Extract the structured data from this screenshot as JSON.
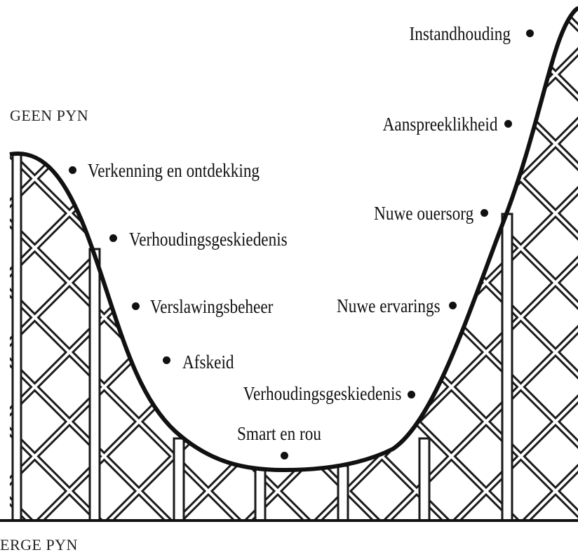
{
  "labels": {
    "top": "GEEN PYN",
    "bottom": "ERGE PYN"
  },
  "stages_left": [
    "Verkenning en ontdekking",
    "Verhoudingsgeskiedenis",
    "Verslawingsbeheer",
    "Afskeid"
  ],
  "stage_bottom": "Smart en rou",
  "stages_right": [
    "Verhoudingsgeskiedenis",
    "Nuwe ervarings",
    "Nuwe ouersorg",
    "Aanspreeklikheid",
    "Instandhouding"
  ],
  "colors": {
    "ink": "#111111",
    "paper": "#ffffff"
  }
}
